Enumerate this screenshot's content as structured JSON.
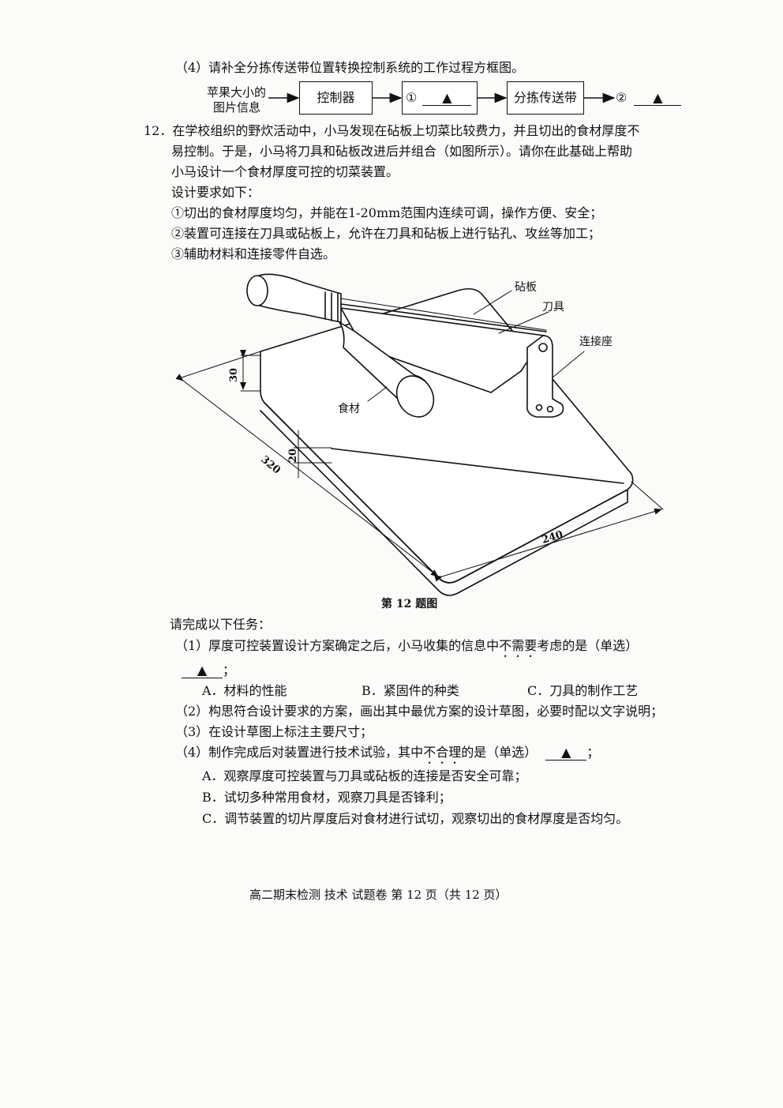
{
  "q11_4": {
    "text": "（4）请补全分拣传送带位置转换控制系统的工作过程方框图。",
    "input_line1": "苹果大小的",
    "input_line2": "图片信息",
    "box1": "控制器",
    "box2_num": "①",
    "box3": "分拣传送带",
    "out_num": "②",
    "blank_mark": "▲"
  },
  "q12": {
    "line1": "12．在学校组织的野炊活动中，小马发现在砧板上切菜比较费力，并且切出的食材厚度不",
    "line2": "易控制。于是，小马将刀具和砧板改进后并组合（如图所示）。请你在此基础上帮助",
    "line3": "小马设计一个食材厚度可控的切菜装置。",
    "req_title": "设计要求如下：",
    "req1": "①切出的食材厚度均匀，并能在1-20mm范围内连续可调，操作方便、安全；",
    "req2": "②装置可连接在刀具或砧板上，允许在刀具和砧板上进行钻孔、攻丝等加工；",
    "req3": "③辅助材料和连接零件自选。"
  },
  "figure": {
    "label_board": "砧板",
    "label_knife": "刀具",
    "label_seat": "连接座",
    "label_food": "食材",
    "dim_30": "30",
    "dim_20": "20",
    "dim_320": "320",
    "dim_240": "240",
    "caption": "第 12 题图"
  },
  "tasks": {
    "intro": "请完成以下任务：",
    "t1_a": "（1）厚度可控装置设计方案确定之后，小马收集的信息中",
    "t1_dot": "不需要",
    "t1_b": "考虑的是（单选）",
    "t1_blank": "▲",
    "t1_end": "；",
    "t1_optA": "A．材料的性能",
    "t1_optB": "B．紧固件的种类",
    "t1_optC": "C．刀具的制作工艺",
    "t2": "（2）构思符合设计要求的方案，画出其中最优方案的设计草图，必要时配以文字说明；",
    "t3": "（3）在设计草图上标注主要尺寸；",
    "t4_a": "（4）制作完成后对装置进行技术试验，其中",
    "t4_dot": "不合理",
    "t4_b": "的是（单选）",
    "t4_blank": "▲",
    "t4_end": "；",
    "t4_optA": "A．观察厚度可控装置与刀具或砧板的连接是否安全可靠；",
    "t4_optB": "B．试切多种常用食材，观察刀具是否锋利；",
    "t4_optC": "C．调节装置的切片厚度后对食材进行试切，观察切出的食材厚度是否均匀。"
  },
  "footer": "高二期末检测  技术  试题卷  第 12 页（共 12 页）"
}
